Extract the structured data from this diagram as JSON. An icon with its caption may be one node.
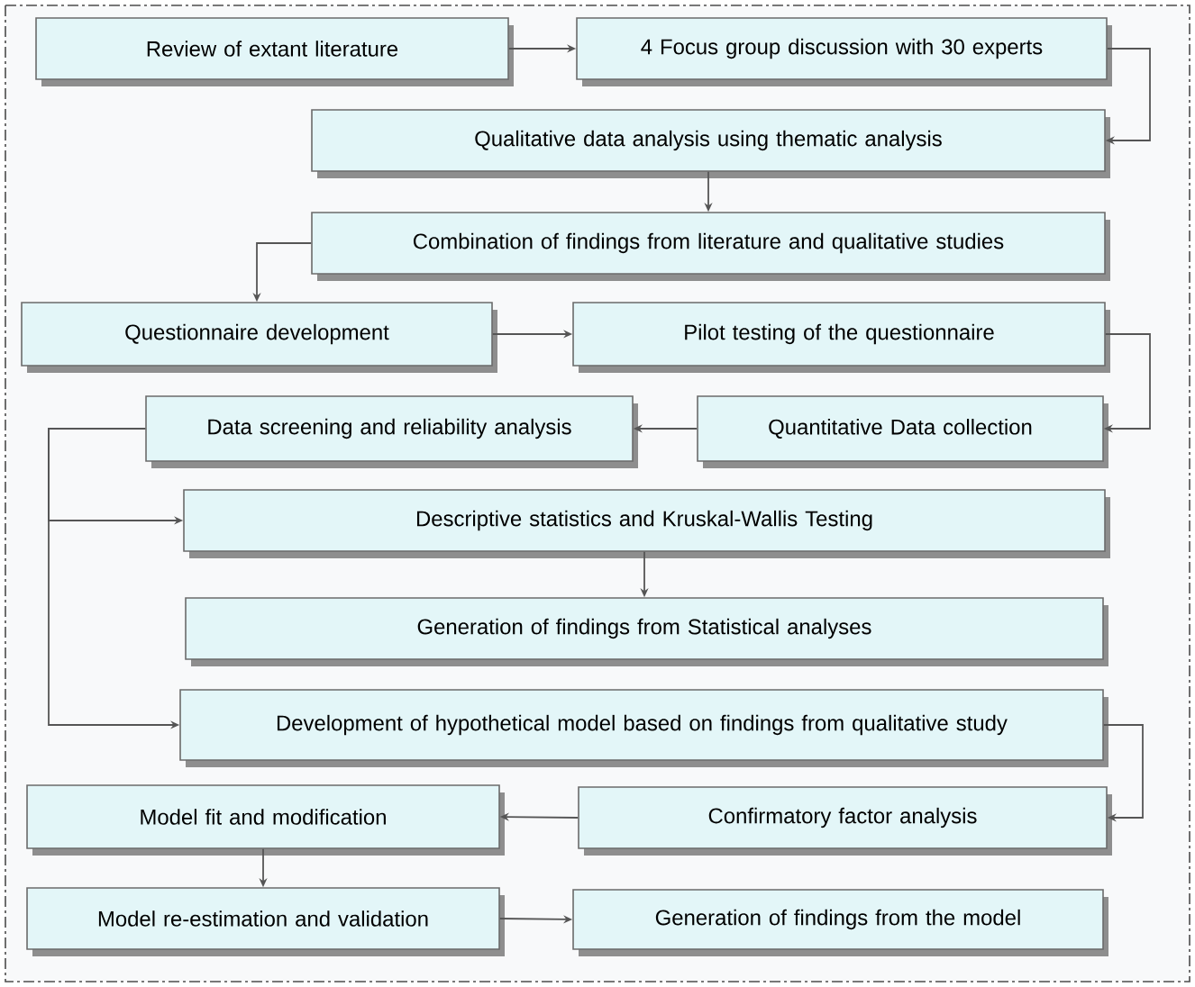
{
  "diagram": {
    "nodes": [
      {
        "text": [
          "Review of extant literature"
        ]
      },
      {
        "text": [
          "4 Focus group discussion with 30 experts"
        ]
      },
      {
        "text": [
          "Qualitative data analysis using thematic analysis"
        ]
      },
      {
        "text": [
          "Combination of findings from literature and qualitative studies"
        ]
      },
      {
        "text": [
          "Questionnaire development"
        ]
      },
      {
        "text": [
          "Pilot testing of the questionnaire"
        ]
      },
      {
        "text": [
          "Data screening and reliability analysis"
        ]
      },
      {
        "text": [
          "Quantitative Data collection"
        ]
      },
      {
        "text": [
          "Descriptive statistics and Kruskal-Wallis Testing"
        ]
      },
      {
        "text": [
          "Generation of findings from Statistical analyses"
        ]
      },
      {
        "text": [
          "Development of hypothetical model based on findings from qualitative study"
        ]
      },
      {
        "text": [
          "Confirmatory factor analysis"
        ]
      },
      {
        "text": [
          "Model fit and modification"
        ]
      },
      {
        "text": [
          "Model re-estimation and validation"
        ]
      },
      {
        "text": [
          "Generation of findings from the model"
        ]
      }
    ],
    "edges": [
      {
        "from": 0,
        "to": 1,
        "arrow": "to"
      },
      {
        "from": 1,
        "to": 2,
        "arrow": "to"
      },
      {
        "from": 2,
        "to": 3,
        "arrow": "to"
      },
      {
        "from": 3,
        "to": 4,
        "arrow": "to"
      },
      {
        "from": 4,
        "to": 5,
        "arrow": "to"
      },
      {
        "from": 5,
        "to": 7,
        "arrow": "to"
      },
      {
        "from": 7,
        "to": 6,
        "arrow": "to"
      },
      {
        "from": 6,
        "to": 8,
        "arrow": "to"
      },
      {
        "from": 6,
        "to": 10,
        "arrow": "to"
      },
      {
        "from": 8,
        "to": 9,
        "arrow": "to"
      },
      {
        "from": 10,
        "to": 11,
        "arrow": "to"
      },
      {
        "from": 11,
        "to": 12,
        "arrow": "to"
      },
      {
        "from": 12,
        "to": 13,
        "arrow": "to"
      },
      {
        "from": 13,
        "to": 14,
        "arrow": "to"
      }
    ]
  }
}
